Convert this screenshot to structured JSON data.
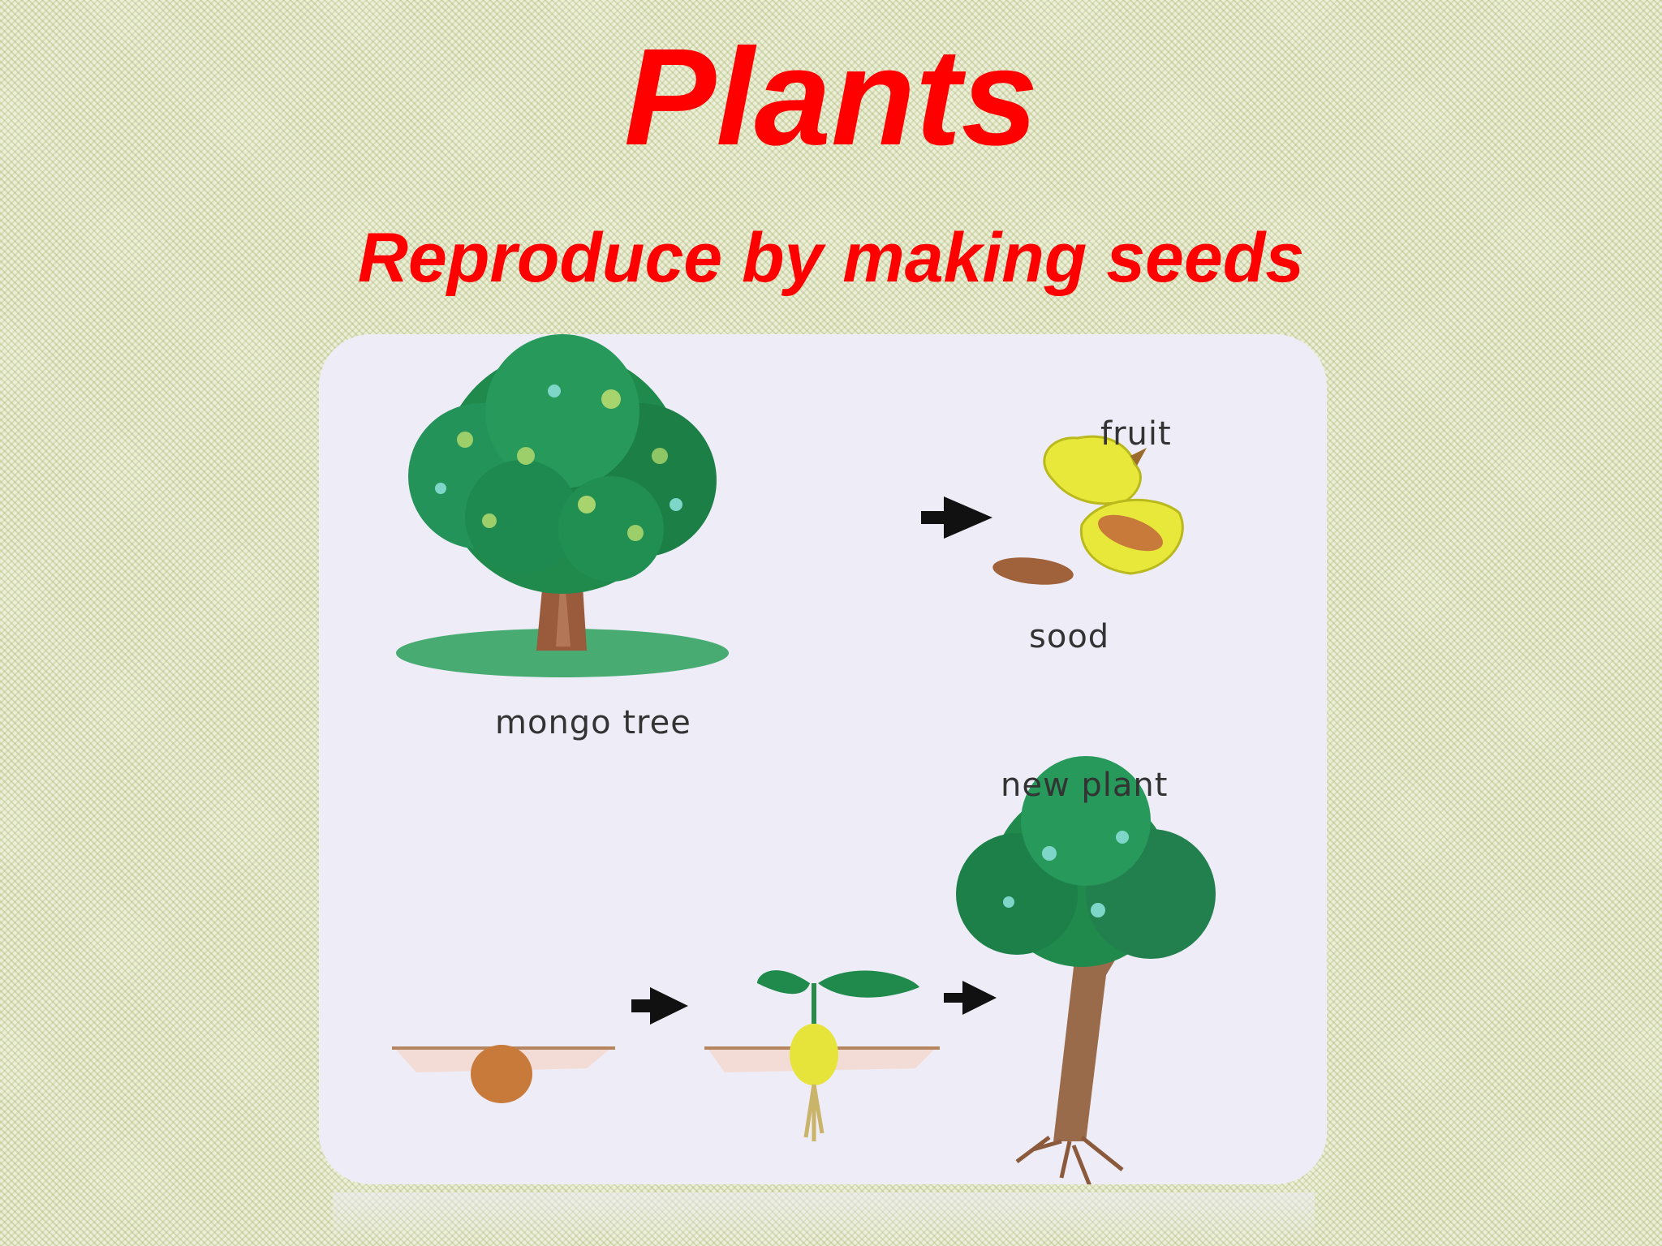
{
  "slide": {
    "title": "Plants",
    "subtitle": "Reproduce by making seeds"
  },
  "figure": {
    "labels": {
      "mango_tree": "mongo tree",
      "fruit": "fruit",
      "seed": "sood",
      "new_plant": "new plant"
    }
  },
  "colors": {
    "title": "#ff0000",
    "foliage": "#1f8a4c",
    "trunk": "#8b5a3c",
    "fruit": "#e8e83a",
    "arrow": "#111111"
  }
}
